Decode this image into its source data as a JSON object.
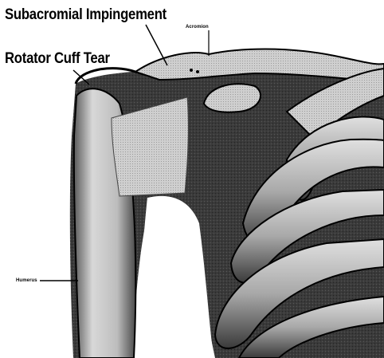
{
  "labels": {
    "subacromial_impingement": "Subacromial Impingement",
    "rotator_cuff_tear": "Rotator Cuff Tear",
    "acromion": "Acromion",
    "humerus": "Humerus"
  },
  "colors": {
    "bone": "#c9c9c9",
    "bone_shadow": "#6a6a6a",
    "muscle": "#3a3a3a",
    "tendon": "#ececec",
    "outline": "#000000",
    "background": "#ffffff"
  }
}
